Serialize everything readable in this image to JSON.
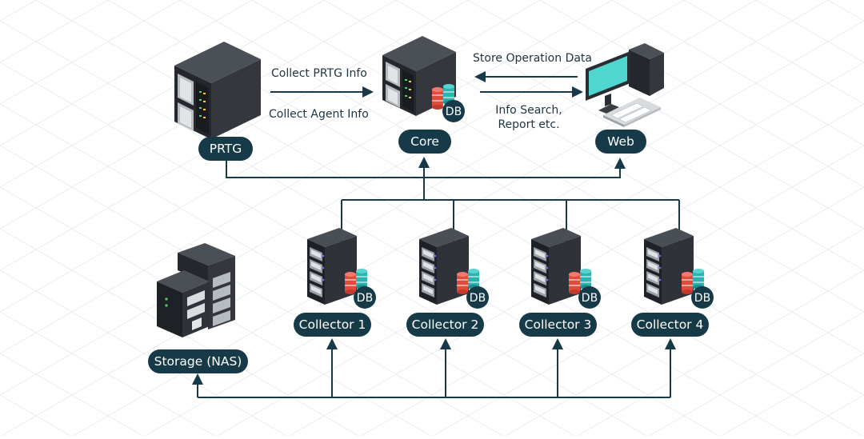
{
  "nodes": {
    "prtg": "PRTG",
    "core": "Core",
    "web": "Web",
    "storage": "Storage (NAS)",
    "collectors": [
      "Collector 1",
      "Collector 2",
      "Collector 3",
      "Collector 4"
    ]
  },
  "edges": {
    "collect_prtg": "Collect PRTG Info",
    "collect_agent": "Collect Agent Info",
    "store_operation": "Store Operation Data",
    "info_search_line1": "Info Search,",
    "info_search_line2": "Report etc."
  },
  "db_badge": "DB",
  "colors": {
    "pill": "#173a48",
    "line": "#173a48",
    "server_dark": "#2a2d33",
    "db_red": "#e04b3c",
    "db_teal": "#2bb3b0",
    "monitor_screen": "#4fd6cf",
    "grid": "#e6ebee"
  }
}
